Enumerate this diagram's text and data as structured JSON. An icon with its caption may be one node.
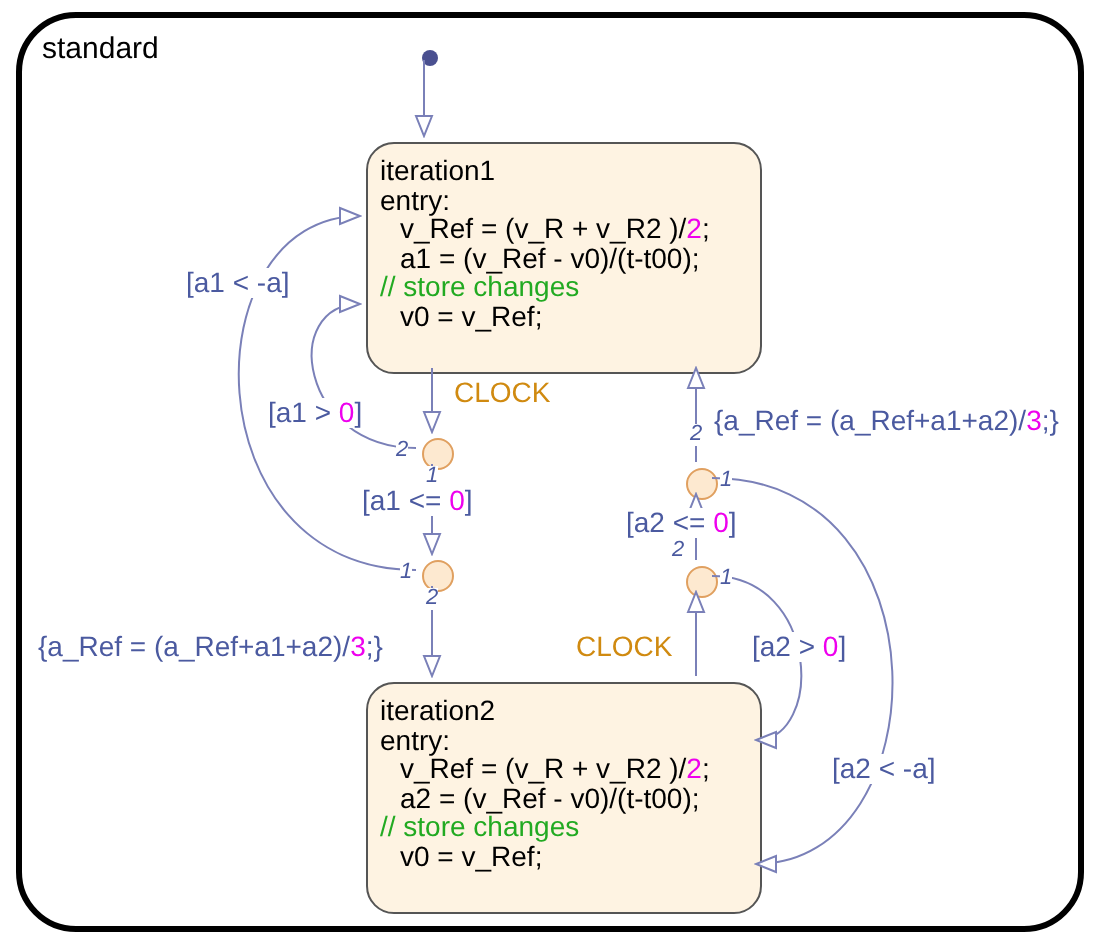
{
  "diagram": {
    "nodes": [
      {
        "text": [
          "standard"
        ]
      },
      {
        "text": [],
        "shape": "circle",
        "in": 0
      },
      {
        "text": [
          "iteration1",
          "entry:",
          "v_Ref = (v_R + v_R2 )/2;",
          "a1 = (v_Ref - v0)/(t-t00);",
          "// store changes",
          "v0 = v_Ref;"
        ],
        "in": 0
      },
      {
        "text": [],
        "shape": "circle",
        "in": 0,
        "beside": [
          "2",
          "1"
        ]
      },
      {
        "text": [],
        "shape": "circle",
        "in": 0,
        "beside": [
          "1",
          "2"
        ]
      },
      {
        "text": [],
        "shape": "circle",
        "in": 0,
        "beside": [
          "2",
          "1"
        ]
      },
      {
        "text": [],
        "shape": "circle",
        "in": 0,
        "beside": [
          "1",
          "2"
        ]
      },
      {
        "text": [
          "iteration2",
          "entry:",
          "v_Ref = (v_R + v_R2 )/2;",
          "a2 = (v_Ref - v0)/(t-t00);",
          "// store changes",
          "v0 = v_Ref;"
        ],
        "in": 0
      }
    ],
    "edges": [
      {
        "from": 1,
        "to": 2,
        "arrow": "to"
      },
      {
        "from": 2,
        "to": 3,
        "arrow": "to",
        "label": "CLOCK"
      },
      {
        "from": 3,
        "to": 2,
        "arrow": "to",
        "label": "[a1 > 0]"
      },
      {
        "from": 3,
        "to": 4,
        "arrow": "to",
        "label": "[a1 <= 0]"
      },
      {
        "from": 4,
        "to": 2,
        "arrow": "to",
        "label": "[a1 < -a]"
      },
      {
        "from": 4,
        "to": 7,
        "arrow": "to",
        "label": "{a_Ref = (a_Ref+a1+a2)/3;}"
      },
      {
        "from": 7,
        "to": 6,
        "arrow": "to",
        "label": "CLOCK"
      },
      {
        "from": 6,
        "to": 5,
        "arrow": "to",
        "label": "[a2 <= 0]"
      },
      {
        "from": 6,
        "to": 7,
        "arrow": "to",
        "label": "[a2 > 0]"
      },
      {
        "from": 5,
        "to": 2,
        "arrow": "to",
        "label": "{a_Ref = (a_Ref+a1+a2)/3;}"
      },
      {
        "from": 5,
        "to": 7,
        "arrow": "to",
        "label": "[a2 < -a]"
      }
    ]
  }
}
